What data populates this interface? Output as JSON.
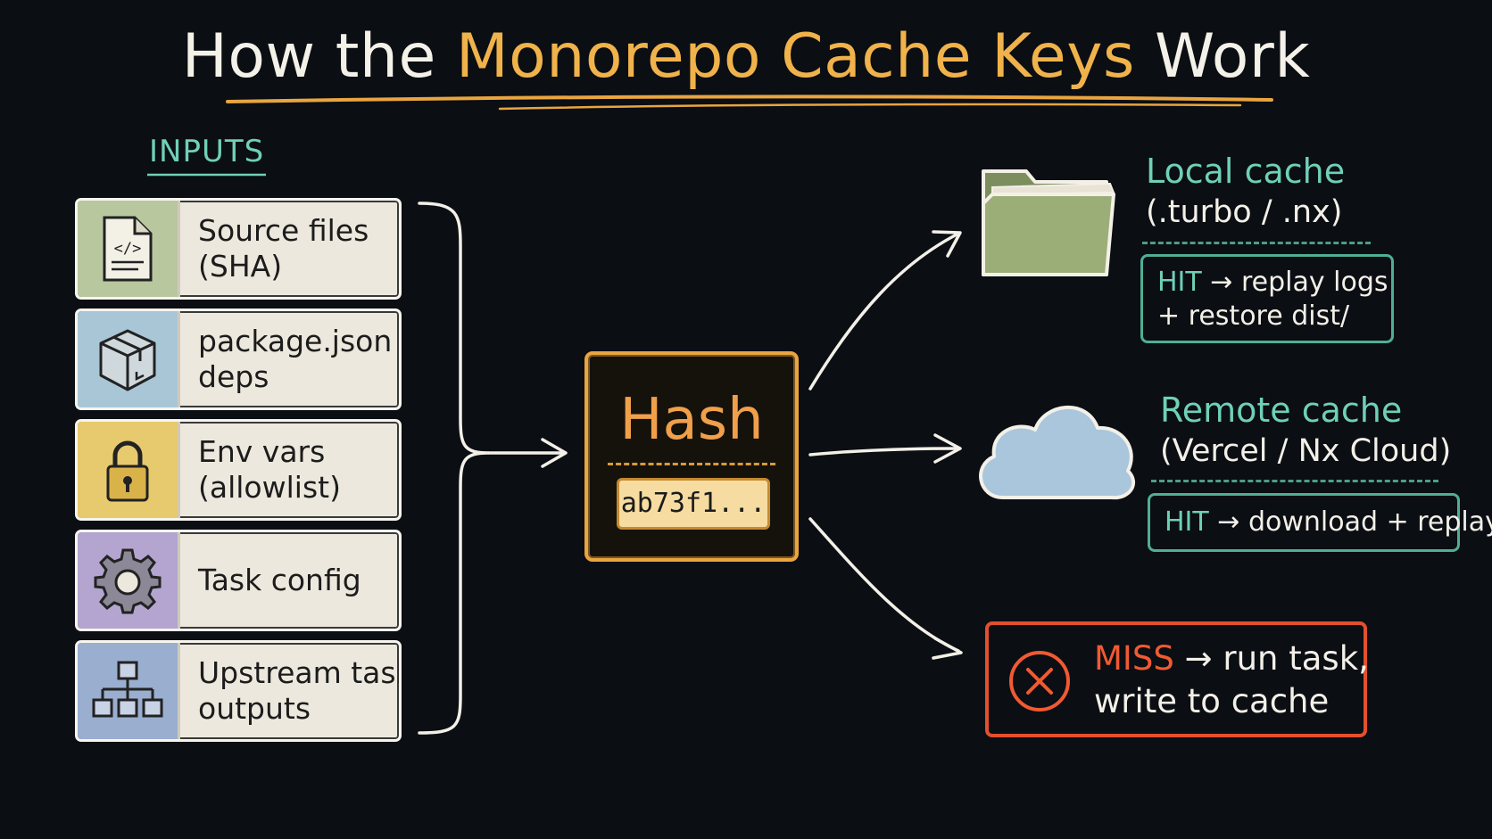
{
  "title": {
    "prefix": "How the",
    "highlight": "Monorepo Cache Keys",
    "suffix": "Work"
  },
  "inputs": {
    "label": "INPUTS",
    "items": [
      {
        "line1": "Source files",
        "line2": "(SHA)",
        "icon": "code-file-icon",
        "color": "#b9c79f"
      },
      {
        "line1": "package.json",
        "line2": "deps",
        "icon": "package-box-icon",
        "color": "#a9c6d6"
      },
      {
        "line1": "Env vars",
        "line2": "(allowlist)",
        "icon": "padlock-icon",
        "color": "#e7c96e"
      },
      {
        "line1": "Task config",
        "line2": "",
        "icon": "gear-icon",
        "color": "#b3a5cf"
      },
      {
        "line1": "Upstream task",
        "line2": "outputs",
        "icon": "tree-hierarchy-icon",
        "color": "#9aaed0"
      }
    ]
  },
  "hash": {
    "title": "Hash",
    "value": "ab73f1..."
  },
  "local": {
    "title": "Local cache",
    "subtitle": "(.turbo / .nx)",
    "hit_label": "HIT",
    "arrow": "→",
    "hit_line1": "replay logs",
    "hit_line2": "+ restore dist/",
    "icon": "folder-icon"
  },
  "remote": {
    "title": "Remote cache",
    "subtitle": "(Vercel / Nx Cloud)",
    "hit_label": "HIT",
    "arrow": "→",
    "hit_text": "download + replay",
    "icon": "cloud-icon"
  },
  "miss": {
    "label": "MISS",
    "arrow": "→",
    "line1": "run task,",
    "line2": "write to cache",
    "icon": "error-x-icon"
  },
  "colors": {
    "background": "#0b0e13",
    "accent": "#f0b24a",
    "teal": "#6fd0b8",
    "miss_red": "#e2502c"
  }
}
